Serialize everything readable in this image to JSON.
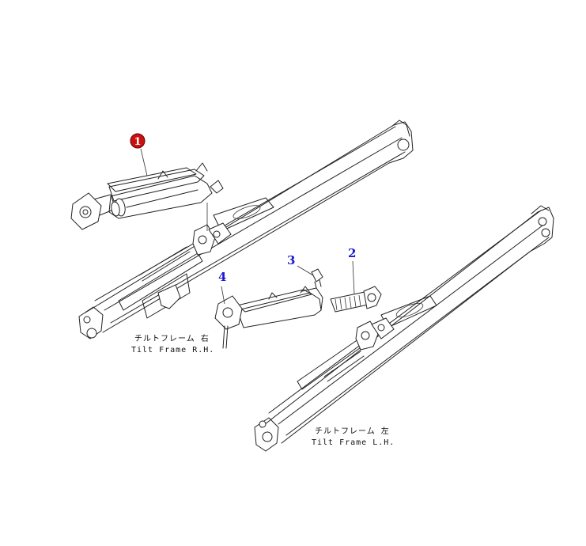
{
  "callouts": {
    "c1": "1",
    "c2": "2",
    "c3": "3",
    "c4": "4"
  },
  "labels": {
    "rh_jp": "チルトフレーム 右",
    "rh_en": "Tilt Frame R.H.",
    "lh_jp": "チルトフレーム 左",
    "lh_en": "Tilt Frame L.H."
  },
  "colors": {
    "badge": "#cc1111",
    "callout": "#1a1acc"
  }
}
